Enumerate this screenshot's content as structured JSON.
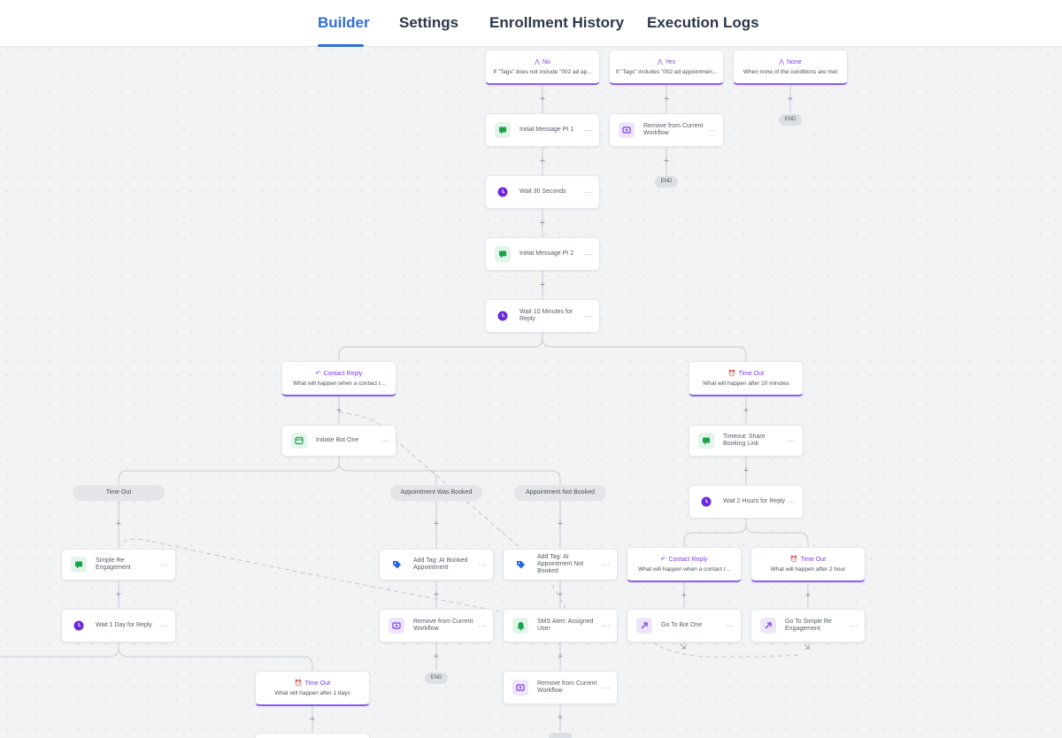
{
  "tabs": [
    {
      "label": "Builder",
      "active": true
    },
    {
      "label": "Settings",
      "active": false
    },
    {
      "label": "Enrollment History",
      "active": false
    },
    {
      "label": "Execution Logs",
      "active": false
    }
  ],
  "conditions": {
    "no": {
      "title": "No",
      "desc": "If \"Tags\" does not include \"002 ad ap..."
    },
    "yes": {
      "title": "Yes",
      "desc": "If \"Tags\" includes \"002 ad appointmen..."
    },
    "none": {
      "title": "None",
      "desc": "When none of the conditions are met"
    },
    "contact_reply_1": {
      "title": "Contact Reply",
      "desc": "What will happen when a contact r..."
    },
    "time_out_1": {
      "title": "Time Out",
      "desc": "What will happen after 10 minutes"
    },
    "contact_reply_2": {
      "title": "Contact Reply",
      "desc": "What will happen when a contact r..."
    },
    "time_out_2": {
      "title": "Time Out",
      "desc": "What will happen after 2 hour"
    },
    "time_out_3": {
      "title": "Time Out",
      "desc": "What will happen after 1 days"
    }
  },
  "actions": {
    "initial_message_1": "Initial Message Pt 1",
    "remove_workflow_1": "Remove from Current Workflow",
    "wait_30s": "Wait 30 Seconds",
    "initial_message_2": "Initial Message Pt 2",
    "wait_10m": "Wait 10 Minutes for Reply",
    "initiate_bot": "Initiate Bot One",
    "timeout_share": "Timeout: Share Booking Link",
    "wait_2h": "Wait 2 Hours for Reply",
    "simple_reengagement": "Simple Re Engagement",
    "wait_1d": "Wait 1 Day for Reply",
    "add_tag_booked": "Add Tag: AI Booked Appointment",
    "add_tag_not_booked": "Add Tag: AI Appointment Not Booked",
    "remove_workflow_2": "Remove from Current Workflow",
    "sms_alert": "SMS Alert: Assigned User",
    "remove_workflow_3": "Remove from Current Workflow",
    "goto_bot_one": "Go To Bot One",
    "goto_simple": "Go To Simple Re Engagement"
  },
  "branches": {
    "time_out": "Time Out",
    "booked": "Appointment Was Booked",
    "not_booked": "Appointment Not Booked"
  },
  "end_label": "END",
  "plus_label": "+",
  "more_label": "···",
  "colors": {
    "accent": "#2f6fd6",
    "condition": "#8b5cf6",
    "message_icon": "#16a34a",
    "wait_icon": "#6d28d9",
    "tag_icon": "#2563eb"
  }
}
